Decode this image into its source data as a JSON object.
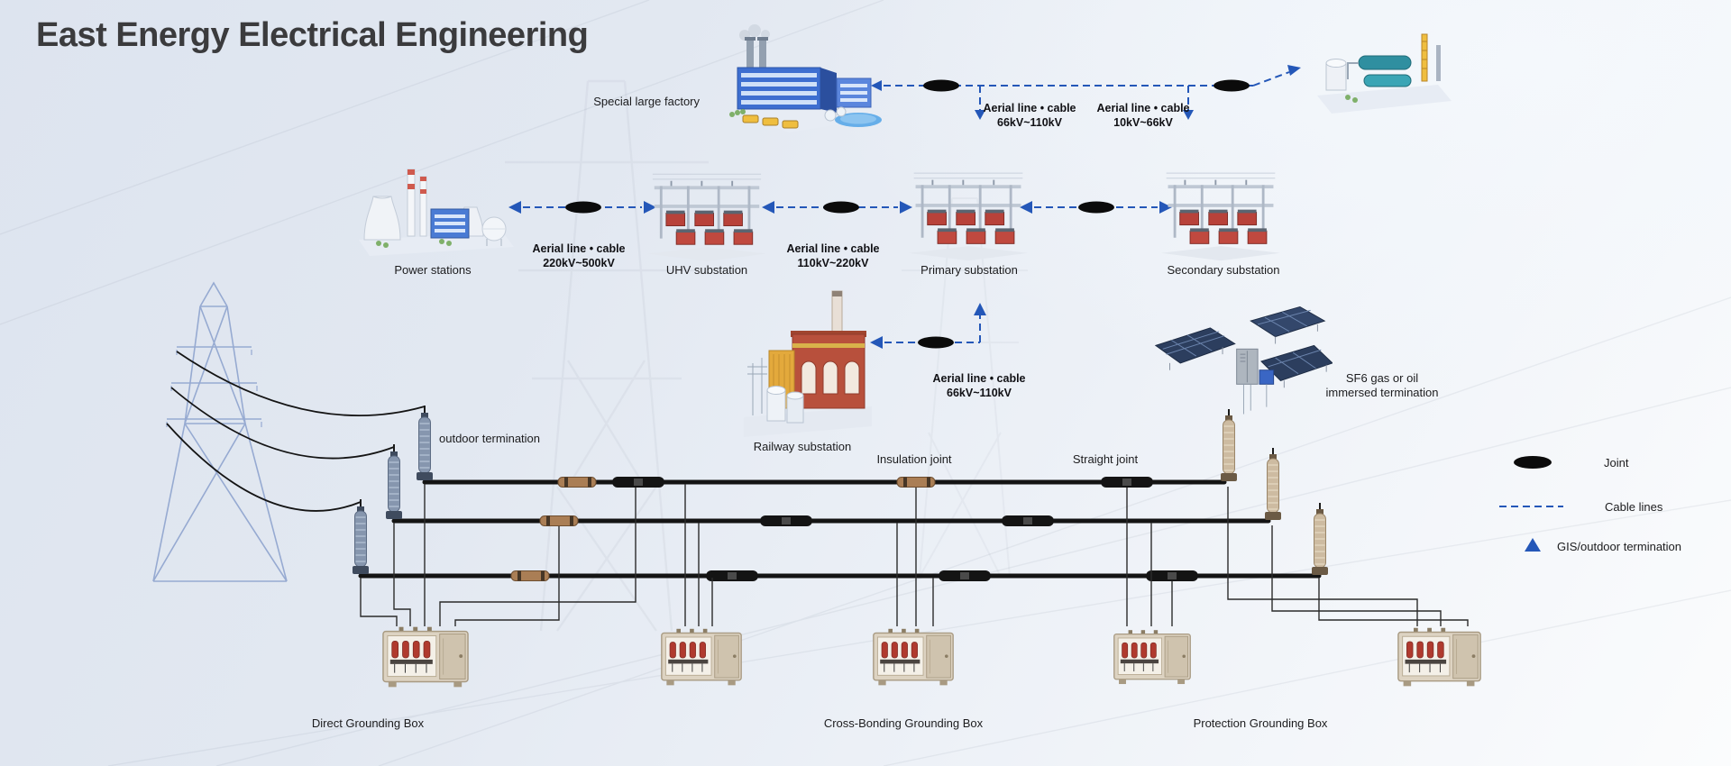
{
  "title": "East Energy Electrical Engineering",
  "facilities": {
    "special_large_factory": "Special large factory",
    "power_stations": "Power stations",
    "uhv_substation": "UHV substation",
    "primary_substation": "Primary substation",
    "secondary_substation": "Secondary substation",
    "railway_substation": "Railway substation",
    "sf6_line1": "SF6 gas or oil",
    "sf6_line2": "immersed termination"
  },
  "links": {
    "factory_hv": {
      "line1": "Aerial line • cable",
      "line2": "66kV~110kV"
    },
    "factory_mv": {
      "line1": "Aerial line • cable",
      "line2": "10kV~66kV"
    },
    "power_uhv": {
      "line1": "Aerial line • cable",
      "line2": "220kV~500kV"
    },
    "uhv_primary": {
      "line1": "Aerial line • cable",
      "line2": "110kV~220kV"
    },
    "railway": {
      "line1": "Aerial line • cable",
      "line2": "66kV~110kV"
    }
  },
  "cable_section": {
    "outdoor_termination": "outdoor termination",
    "insulation_joint": "Insulation joint",
    "straight_joint": "Straight joint",
    "direct_grounding_box": "Direct Grounding Box",
    "cross_bonding_grounding_box": "Cross-Bonding Grounding Box",
    "protection_grounding_box": "Protection Grounding Box"
  },
  "legend": {
    "joint": "Joint",
    "cable_lines": "Cable lines",
    "gis_outdoor_termination": "GIS/outdoor termination"
  },
  "icons": {
    "joint_symbol": "black-ellipse",
    "cable_lines_symbol": "blue-dashed-line",
    "gis_termination_symbol": "blue-triangle"
  },
  "colors": {
    "cable_blue": "#2457b8",
    "joint_black": "#0b0b0b",
    "cable_black": "#141414",
    "title_gray": "#3b3b3d",
    "insulation_joint_tan": "#aa7e55"
  }
}
